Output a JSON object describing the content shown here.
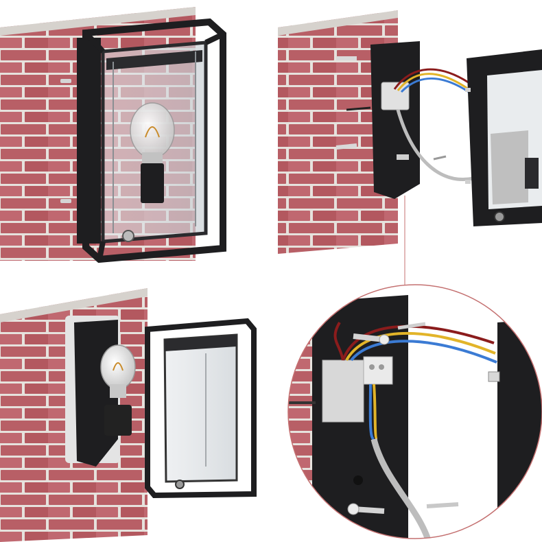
{
  "colors": {
    "brick": "#b85f66",
    "brick_light": "#c97077",
    "mortar": "#e6e2dd",
    "fixture": "#1e1e20",
    "fixture_edge": "#3a3a3d",
    "glass": "#d9dde0",
    "wire_red": "#8b1c1c",
    "wire_yellow": "#e2b429",
    "wire_blue": "#3b7bd4",
    "cable_grey": "#bdbdbd",
    "terminal": "#dedede",
    "callout": "#c47070"
  },
  "panels": [
    {
      "name": "panel-installed-lamp",
      "icon": "wall-lantern-icon"
    },
    {
      "name": "panel-wiring-open",
      "icon": "wiring-icon"
    },
    {
      "name": "panel-mounting-plate",
      "icon": "mounting-plate-icon"
    },
    {
      "name": "panel-detail-zoom",
      "icon": "magnifier-callout-icon"
    }
  ]
}
